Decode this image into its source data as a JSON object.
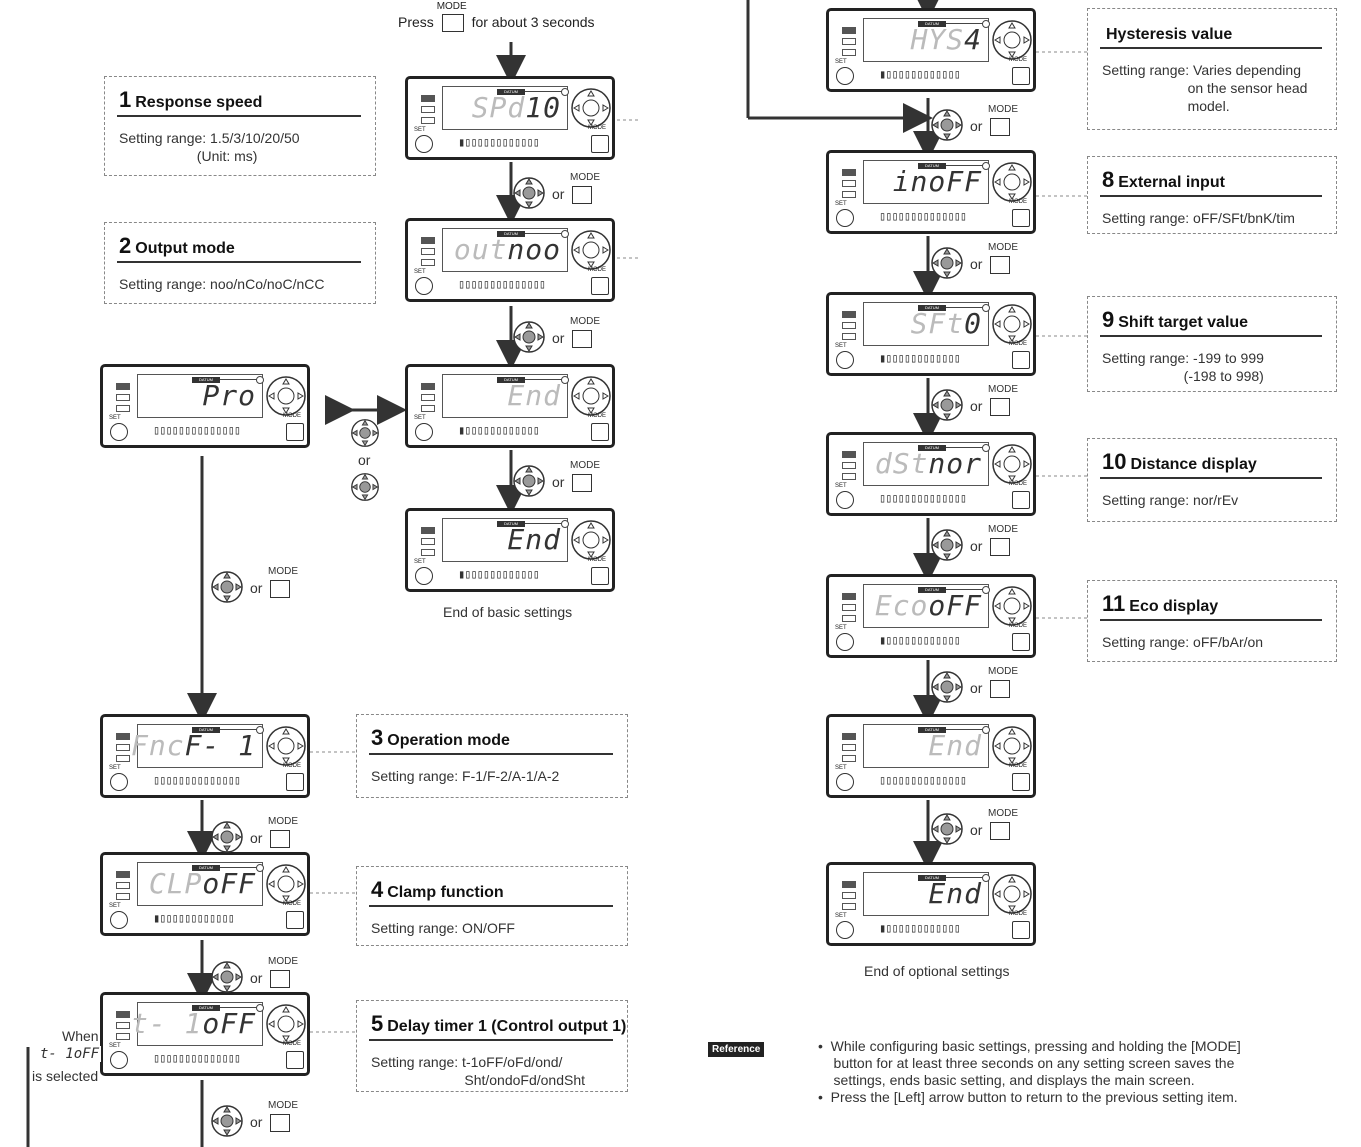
{
  "top_instruction": {
    "press": "Press",
    "mode": "MODE",
    "suffix": "for about 3 seconds"
  },
  "mode_label": "MODE",
  "or_label": "or",
  "datum_label": "DATUM",
  "set_label": "SET",
  "devices": [
    {
      "id": "spd",
      "lcd_left": "SPd",
      "lcd_right": "10"
    },
    {
      "id": "out",
      "lcd_left": "out",
      "lcd_right": "noo"
    },
    {
      "id": "end-blink",
      "lcd_left": "End",
      "lcd_right": ""
    },
    {
      "id": "pro",
      "lcd_left": "",
      "lcd_right": "Pro"
    },
    {
      "id": "end-basic",
      "lcd_left": "",
      "lcd_right": "End"
    },
    {
      "id": "fnc",
      "lcd_left": "Fnc",
      "lcd_right": "F- 1"
    },
    {
      "id": "clp",
      "lcd_left": "CLP",
      "lcd_right": "oFF"
    },
    {
      "id": "t1",
      "lcd_left": "t- 1",
      "lcd_right": "oFF"
    },
    {
      "id": "hys",
      "lcd_left": "HYS",
      "lcd_right": "4"
    },
    {
      "id": "in",
      "lcd_left": "",
      "lcd_right": "inoFF"
    },
    {
      "id": "sft",
      "lcd_left": "SFt",
      "lcd_right": "0"
    },
    {
      "id": "dst",
      "lcd_left": "dSt",
      "lcd_right": "nor"
    },
    {
      "id": "eco",
      "lcd_left": "Eco",
      "lcd_right": "oFF"
    },
    {
      "id": "end-opt-blink",
      "lcd_left": "End",
      "lcd_right": ""
    },
    {
      "id": "end-opt",
      "lcd_left": "",
      "lcd_right": "End"
    }
  ],
  "bars": [
    "▮▯▯▯▯▯▯▯▯▯▯▯▯",
    "▯▯▯▯▯▯▯▯▯▯▯▯▯▯"
  ],
  "settings": [
    {
      "num": "1",
      "title": "Response speed",
      "range": "Setting range: 1.5/3/10/20/50\n                    (Unit: ms)"
    },
    {
      "num": "2",
      "title": "Output mode",
      "range": "Setting range: noo/nCo/noC/nCC"
    },
    {
      "num": "3",
      "title": "Operation mode",
      "range": "Setting range: F-1/F-2/A-1/A-2"
    },
    {
      "num": "4",
      "title": "Clamp function",
      "range": "Setting range: ON/OFF"
    },
    {
      "num": "5",
      "title": "Delay timer 1 (Control output 1)",
      "range": "Setting range: t-1oFF/oFd/ond/\n                        Sht/ondoFd/ondSht"
    },
    {
      "num": "",
      "title": "Hysteresis value",
      "range": "Setting range: Varies depending\n                      on the sensor head\n                      model."
    },
    {
      "num": "8",
      "title": "External input",
      "range": "Setting range: oFF/SFt/bnK/tim"
    },
    {
      "num": "9",
      "title": "Shift target value",
      "range": "Setting range: -199 to 999\n                     (-198 to 998)"
    },
    {
      "num": "10",
      "title": "Distance display",
      "range": "Setting range: nor/rEv"
    },
    {
      "num": "11",
      "title": "Eco display",
      "range": "Setting range: oFF/bAr/on"
    }
  ],
  "captions": {
    "end_basic": "End of basic settings",
    "end_optional": "End of optional settings",
    "when": "When",
    "when_value": "t- 1oFF",
    "is_selected": "is selected"
  },
  "reference": {
    "badge": "Reference",
    "text": "•  While configuring basic settings, pressing and holding the [MODE]\n    button for at least three seconds on any setting screen saves the\n    settings, ends basic setting, and displays the main screen.\n•  Press the [Left] arrow button to return to the previous setting item."
  }
}
